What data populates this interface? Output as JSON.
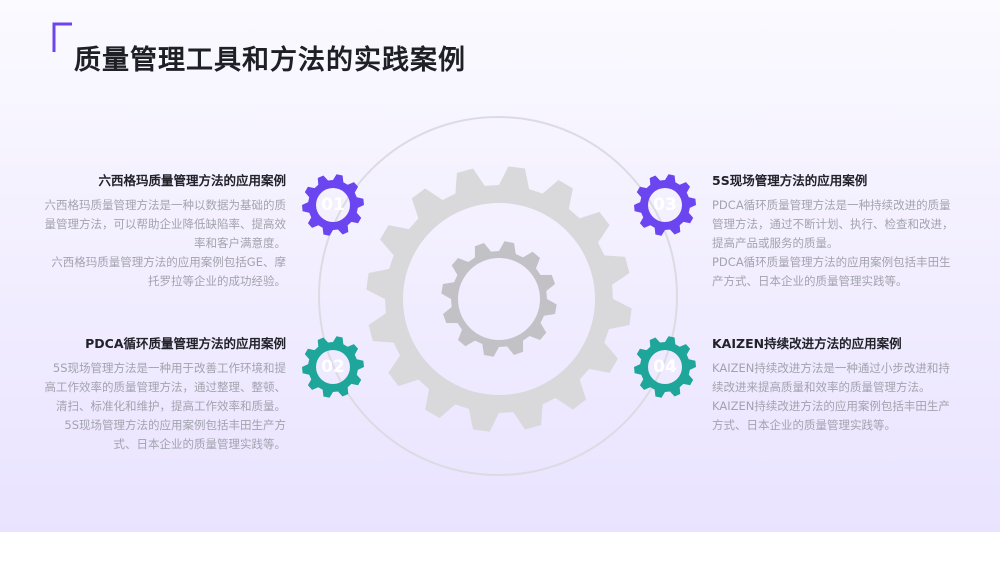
{
  "title": "质量管理工具和方法的实践案例",
  "colors": {
    "purple": "#6b45f0",
    "teal": "#1ea69a",
    "gear_outer": "#d9d9db",
    "gear_inner": "#c2c2c6"
  },
  "cases": [
    {
      "number": "01",
      "title": "六西格玛质量管理方法的应用案例",
      "paragraphs": [
        "六西格玛质量管理方法是一种以数据为基础的质量管理方法，可以帮助企业降低缺陷率、提高效率和客户满意度。",
        "六西格玛质量管理方法的应用案例包括GE、摩托罗拉等企业的成功经验。"
      ]
    },
    {
      "number": "02",
      "title": "PDCA循环质量管理方法的应用案例",
      "paragraphs": [
        "5S现场管理方法是一种用于改善工作环境和提高工作效率的质量管理方法，通过整理、整顿、清扫、标准化和维护，提高工作效率和质量。",
        "5S现场管理方法的应用案例包括丰田生产方式、日本企业的质量管理实践等。"
      ]
    },
    {
      "number": "03",
      "title": "5S现场管理方法的应用案例",
      "paragraphs": [
        "PDCA循环质量管理方法是一种持续改进的质量管理方法，通过不断计划、执行、检查和改进，提高产品或服务的质量。",
        "PDCA循环质量管理方法的应用案例包括丰田生产方式、日本企业的质量管理实践等。"
      ]
    },
    {
      "number": "04",
      "title": "KAIZEN持续改进方法的应用案例",
      "paragraphs": [
        "KAIZEN持续改进方法是一种通过小步改进和持续改进来提高质量和效率的质量管理方法。",
        "KAIZEN持续改进方法的应用案例包括丰田生产方式、日本企业的质量管理实践等。"
      ]
    }
  ]
}
